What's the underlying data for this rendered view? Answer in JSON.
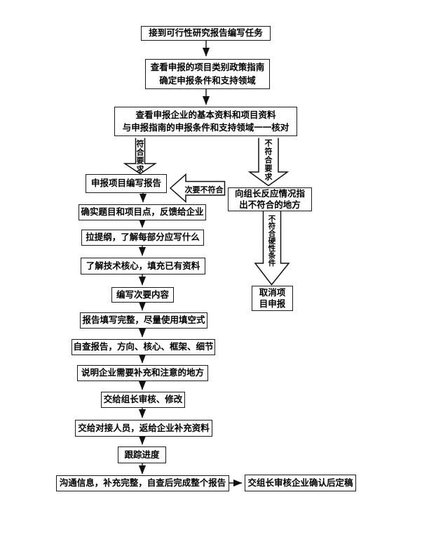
{
  "nodes": {
    "receive_task": {
      "text": "接到可行性研究报告编写任务"
    },
    "check_guide": {
      "line1": "查看申报的项目类别政策指南",
      "line2": "确定申报条件和支持领域"
    },
    "check_materials": {
      "line1": "查看申报企业的基本资料和项目资料",
      "line2": "与申报指南的申报条件和支持领域一一核对"
    },
    "write_report": {
      "text": "申报项目编写报告"
    },
    "confirm_topic": {
      "text": "确实题目和项目点，反馈给企业"
    },
    "outline": {
      "text": "拉提纲，了解每部分应写什么"
    },
    "tech_core": {
      "text": "了解技术核心，填充已有资料"
    },
    "secondary_content": {
      "text": "编写次要内容"
    },
    "fill_complete": {
      "text": "报告填写完整，尽量使用填空式"
    },
    "self_check": {
      "text": "自查报告，方向、核心、框架、细节"
    },
    "explain_supplement": {
      "text": "说明企业需要补充和注意的地方"
    },
    "leader_review": {
      "text": "交给组长审核、修改"
    },
    "handover": {
      "text": "交给对接人员，返给企业补充资料"
    },
    "track_progress": {
      "text": "跟踪进度"
    },
    "communicate": {
      "text": "沟通信息，补充完整，自查后完成整个报告"
    },
    "finalize": {
      "text": "交组长审核企业确认后定稿"
    },
    "report_leader": {
      "line1": "向组长反应情况指",
      "line2": "出不符合的地方"
    },
    "cancel_project": {
      "line1": "取消项",
      "line2": "目申报"
    }
  },
  "labels": {
    "meets_requirements": "符合要求",
    "not_meets_requirements": "不符合要求",
    "minor_mismatch": "次要不符合",
    "hard_condition_mismatch": "不符合硬性条件"
  },
  "colors": {
    "line": "#111111",
    "border": "#1b1b1b",
    "background": "#ffffff",
    "text": "#000000"
  }
}
